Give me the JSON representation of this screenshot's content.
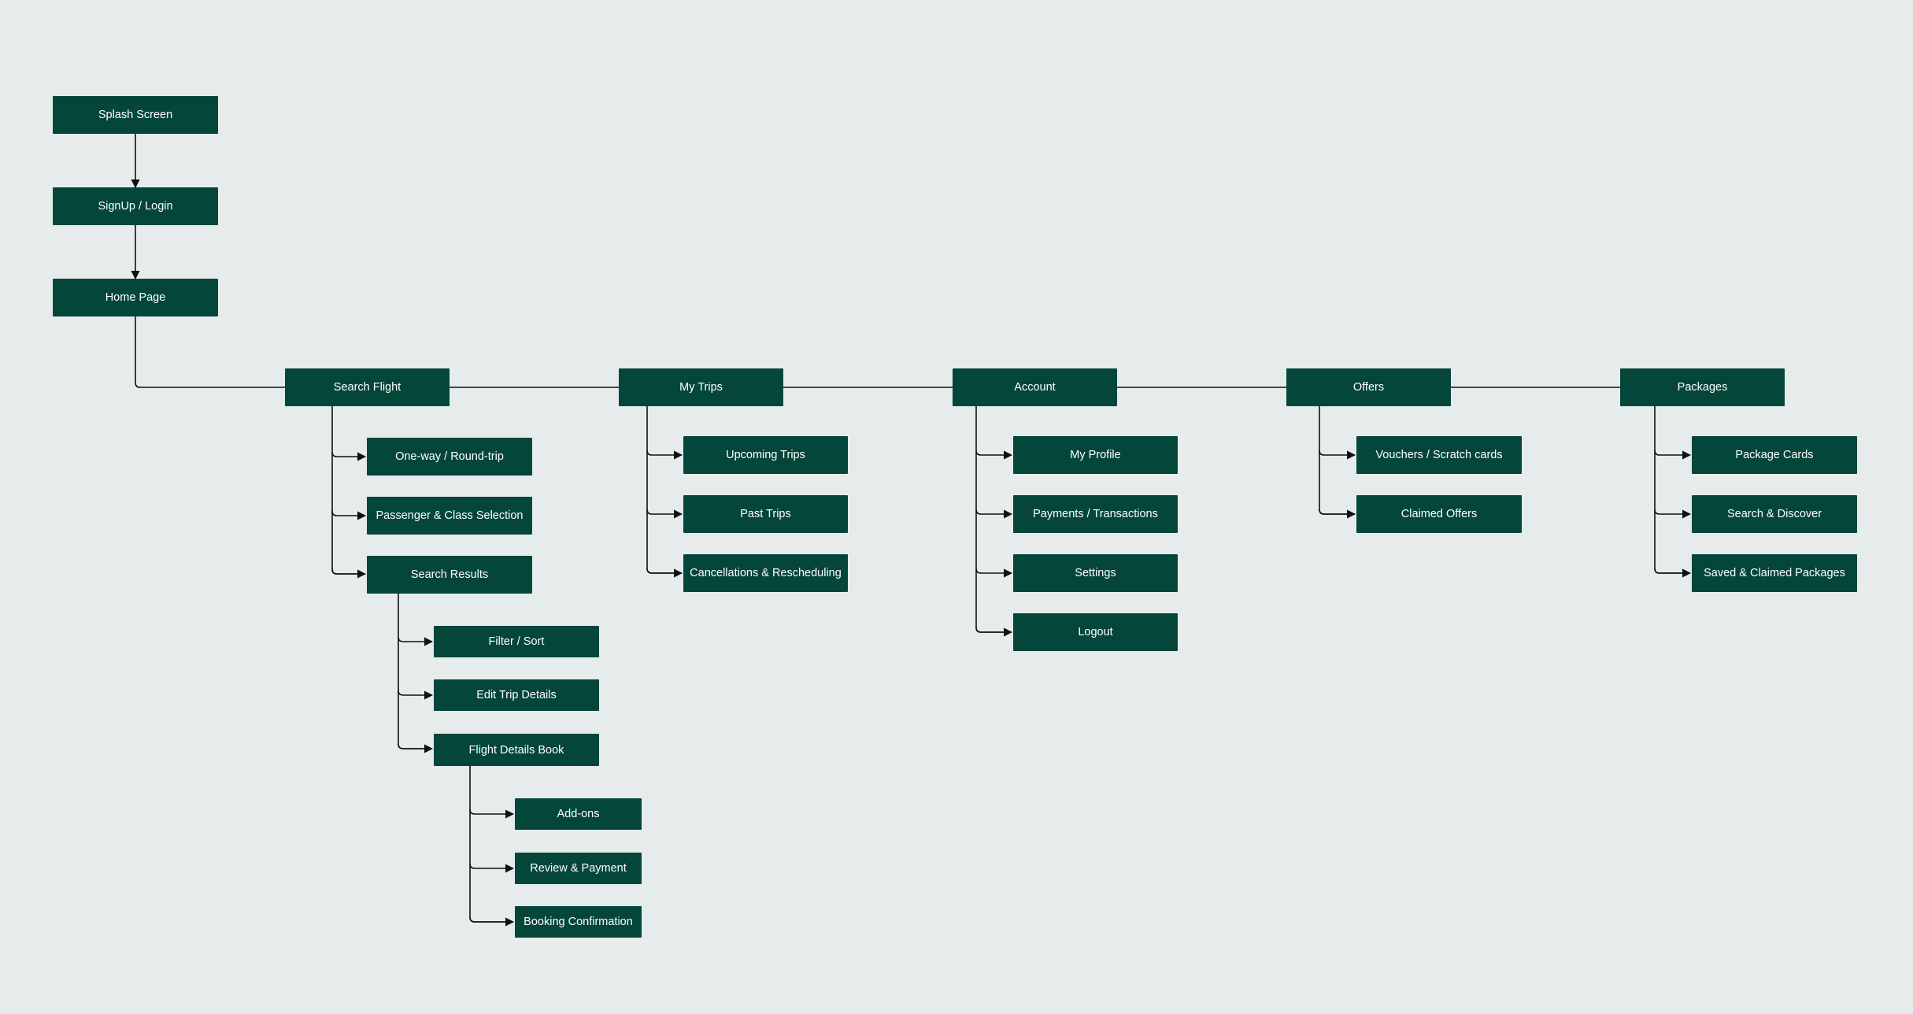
{
  "sitemap": {
    "root": {
      "splash": "Splash Screen",
      "login": "SignUp / Login",
      "home": "Home Page"
    },
    "sections": [
      {
        "label": "Search Flight",
        "children": [
          "One-way / Round-trip",
          "Passenger & Class Selection",
          "Search Results"
        ],
        "search_results_children": [
          "Filter / Sort",
          "Edit Trip Details",
          "Flight Details Book"
        ],
        "flight_details_children": [
          "Add-ons",
          "Review & Payment",
          "Booking Confirmation"
        ]
      },
      {
        "label": "My Trips",
        "children": [
          "Upcoming Trips",
          "Past Trips",
          "Cancellations & Rescheduling"
        ]
      },
      {
        "label": "Account",
        "children": [
          "My Profile",
          "Payments / Transactions",
          "Settings",
          "Logout"
        ]
      },
      {
        "label": "Offers",
        "children": [
          "Vouchers / Scratch cards",
          "Claimed Offers"
        ]
      },
      {
        "label": "Packages",
        "children": [
          "Package Cards",
          "Search & Discover",
          "Saved & Claimed Packages"
        ]
      }
    ]
  }
}
